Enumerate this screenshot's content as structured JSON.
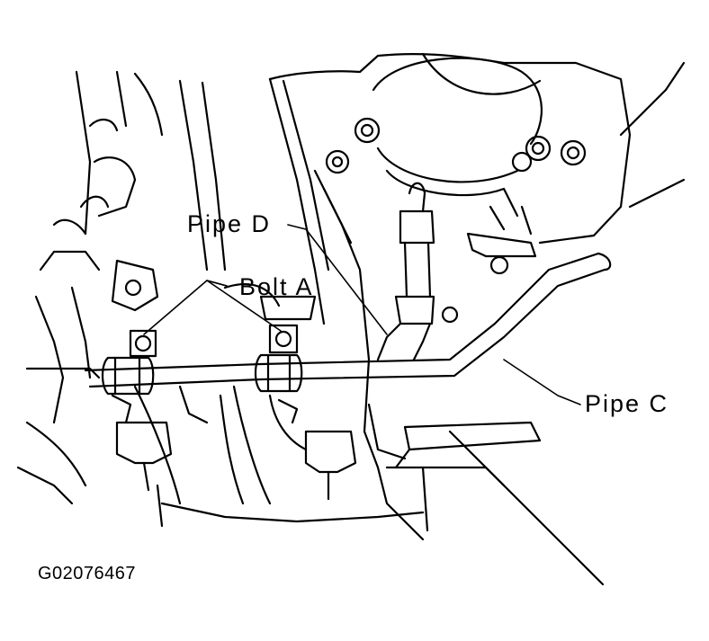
{
  "labels": {
    "pipe_d": "Pipe D",
    "bolt_a": "Bolt A",
    "pipe_c": "Pipe C"
  },
  "figure_id": "G02076467",
  "colors": {
    "ink": "#000000",
    "paper": "#ffffff"
  }
}
